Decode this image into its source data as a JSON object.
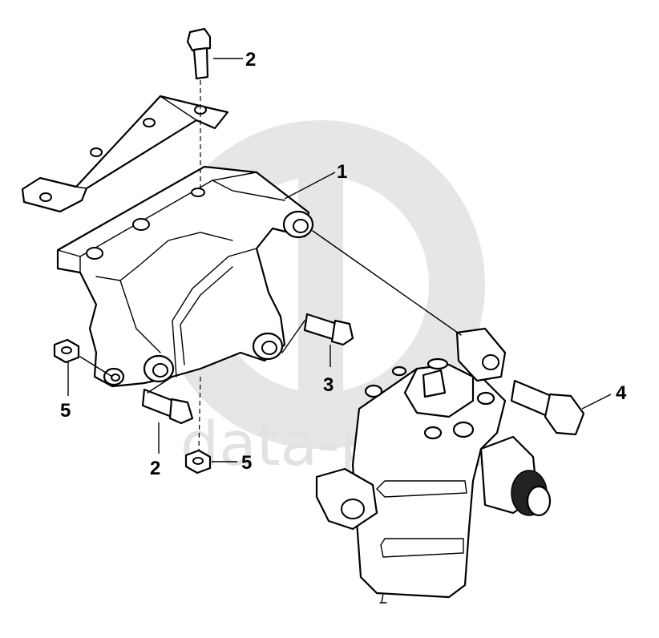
{
  "watermark": {
    "text": "data-parts",
    "color": "#e2e2e2"
  },
  "callouts": [
    "1",
    "2",
    "2",
    "3",
    "4",
    "5",
    "5"
  ],
  "colors": {
    "line": "#000000",
    "background": "#ffffff"
  }
}
